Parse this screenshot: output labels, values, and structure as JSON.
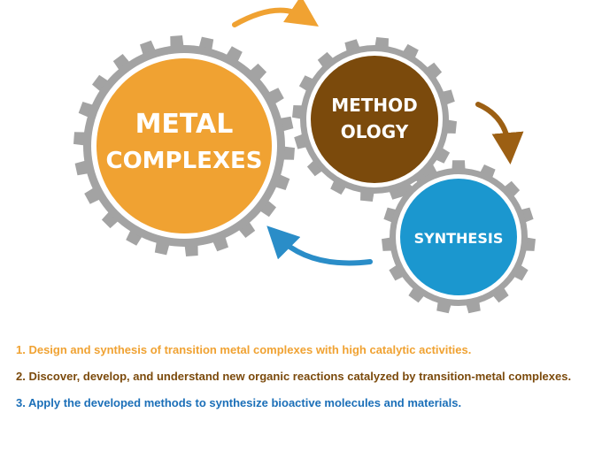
{
  "gears": [
    {
      "id": "metal-complexes",
      "lines": [
        "METAL",
        "COMPLEXES"
      ],
      "color": "#f0a232"
    },
    {
      "id": "methodology",
      "lines": [
        "METHOD",
        "OLOGY"
      ],
      "color": "#7b4a0c"
    },
    {
      "id": "synthesis",
      "lines": [
        "SYNTHESIS"
      ],
      "color": "#1b97cf"
    }
  ],
  "colors": {
    "gear_ring": "#a3a3a3",
    "arrow_orange": "#f0a232",
    "arrow_brown": "#9c5f13",
    "arrow_blue": "#2a8dc8"
  },
  "items": [
    {
      "text": "1. Design and synthesis of transition metal complexes with high catalytic activities.",
      "color": "#f0a232"
    },
    {
      "text": "2. Discover, develop, and understand new organic reactions catalyzed by transition-metal complexes.",
      "color": "#7b4a0c"
    },
    {
      "text": "3. Apply the developed methods to synthesize bioactive molecules and materials.",
      "color": "#1b6fb8"
    }
  ]
}
